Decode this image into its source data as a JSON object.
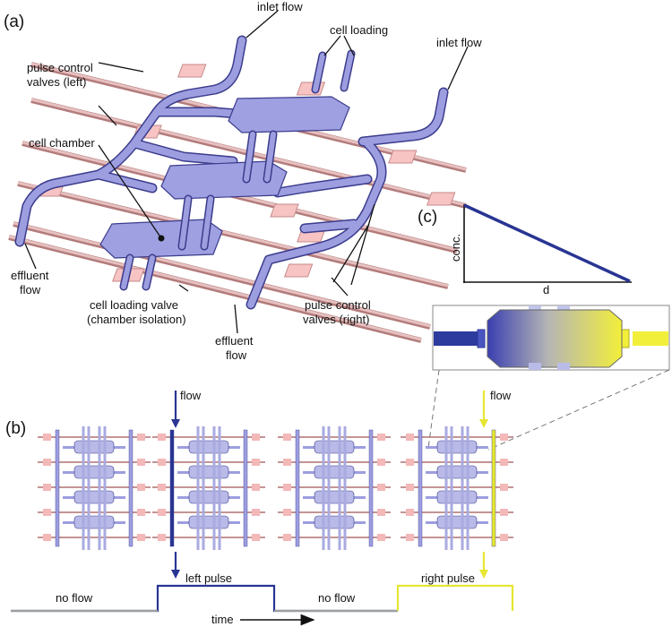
{
  "panels": {
    "a": "(a)",
    "b": "(b)",
    "c": "(c)"
  },
  "panel_a": {
    "inlet_left": "inlet flow",
    "inlet_right": "inlet flow",
    "cell_loading": "cell loading",
    "pulse_left_1": "pulse control",
    "pulse_left_2": "valves (left)",
    "cell_chamber": "cell chamber",
    "effluent_left_1": "effluent",
    "effluent_left_2": "flow",
    "loading_valve_1": "cell loading valve",
    "loading_valve_2": "(chamber isolation)",
    "effluent_bottom_1": "effluent",
    "effluent_bottom_2": "flow",
    "pulse_right_1": "pulse control",
    "pulse_right_2": "valves (right)"
  },
  "panel_b": {
    "flow_left": "flow",
    "flow_right": "flow",
    "timeline": [
      "no flow",
      "left pulse",
      "no flow",
      "right pulse"
    ],
    "time_label": "time"
  },
  "panel_c": {
    "y_label": "conc.",
    "x_label": "d"
  },
  "colors": {
    "channel": "#9d9ee0",
    "channel_edge": "#3b3c8c",
    "valve": "#f3b8b8",
    "valve_line": "#b07070",
    "left_pulse": "#283593",
    "right_pulse": "#e6e632",
    "idle": "#9e9e9e"
  }
}
